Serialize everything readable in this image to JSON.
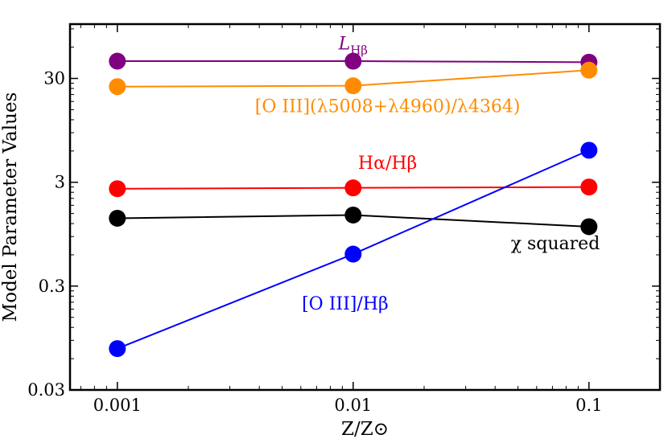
{
  "chart_data": {
    "type": "line",
    "title": "",
    "xlabel": "Z/Z⊙",
    "ylabel": "Model Parameter Values",
    "xscale": "log",
    "yscale": "log",
    "xlim": [
      0.00063,
      0.2
    ],
    "ylim": [
      0.03,
      100
    ],
    "x": [
      0.001,
      0.01,
      0.1
    ],
    "x_ticks": [
      0.001,
      0.01,
      0.1
    ],
    "x_tick_labels": [
      "0.001",
      "0.01",
      "0.1"
    ],
    "y_ticks": [
      0.03,
      0.3,
      3,
      30
    ],
    "y_tick_labels": [
      "0.03",
      "0.3",
      "3",
      "30"
    ],
    "grid": false,
    "legend": "none",
    "series": [
      {
        "name": "L",
        "name_sub": "Hβ",
        "color": "#800080",
        "values": [
          44,
          44,
          43
        ],
        "label_at": [
          0.01,
          57
        ],
        "label_anchor": "middle"
      },
      {
        "name": "[O III](λ5008+λ4960)/λ4364)",
        "color": "#ff8c00",
        "values": [
          25,
          25.5,
          36
        ],
        "label_at": [
          0.014,
          14.2
        ],
        "label_anchor": "middle"
      },
      {
        "name": "Hα/Hβ",
        "color": "#ff0000",
        "values": [
          2.6,
          2.65,
          2.7
        ],
        "label_at": [
          0.014,
          4.05
        ],
        "label_anchor": "middle"
      },
      {
        "name": "χ squared",
        "color": "#000000",
        "values": [
          1.35,
          1.45,
          1.12
        ],
        "label_at": [
          0.072,
          0.68
        ],
        "label_anchor": "middle"
      },
      {
        "name": "[O III]/Hβ",
        "color": "#0000ff",
        "values": [
          0.075,
          0.61,
          6.1
        ],
        "label_at": [
          0.00925,
          0.178
        ],
        "label_anchor": "middle"
      }
    ]
  }
}
